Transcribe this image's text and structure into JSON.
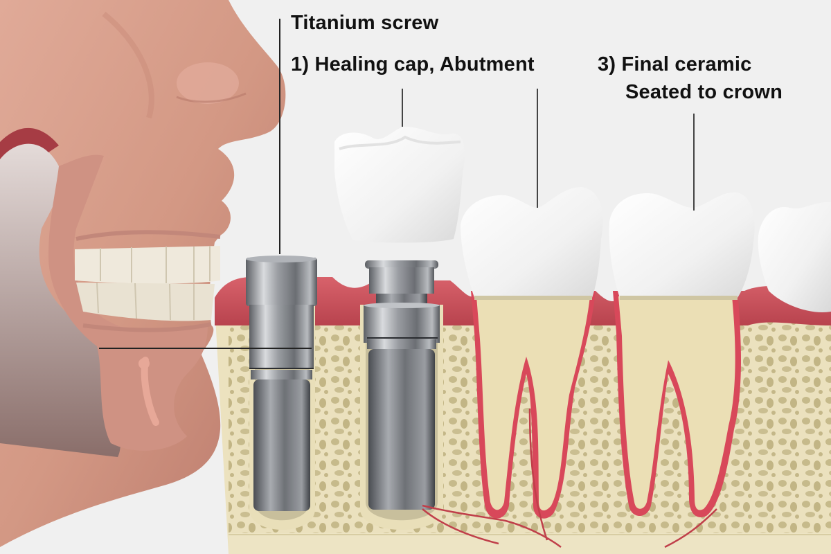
{
  "diagram": {
    "subject": "Dental implant cross-section beside side profile of face",
    "background_color": "#f0f0f0",
    "labels": [
      {
        "id": "titanium-screw",
        "text": "Titanium screw"
      },
      {
        "id": "healing-cap-abutment",
        "text": "1) Healing cap, Abutment"
      },
      {
        "id": "final-ceramic-line1",
        "text": "3) Final ceramic"
      },
      {
        "id": "final-ceramic-line2",
        "text": "Seated to crown"
      }
    ],
    "components": {
      "face": {
        "name": "Side profile of head (cutaway)",
        "skin_color": "#d59a88"
      },
      "gum": {
        "name": "Gum tissue",
        "color": "#c8505a"
      },
      "bone": {
        "name": "Jaw bone",
        "color": "#ece2bf",
        "spongy_color": "#bfb383"
      },
      "implant_1": {
        "name": "Titanium screw implant with healing cap",
        "color": "#8a8d92"
      },
      "implant_2": {
        "name": "Implant with abutment",
        "color": "#8a8d92"
      },
      "floating_crown": {
        "name": "Ceramic crown (detached)",
        "color": "#f4f4f4"
      },
      "natural_tooth_1": {
        "name": "Tooth with root and pulp",
        "color": "#f6f6f6"
      },
      "natural_tooth_2": {
        "name": "Tooth with root and pulp",
        "color": "#f6f6f6"
      },
      "edge_tooth": {
        "name": "Partial tooth at right edge",
        "color": "#f6f6f6"
      },
      "nerves": {
        "name": "Nerves / vessels",
        "color": "#c04048"
      }
    }
  }
}
